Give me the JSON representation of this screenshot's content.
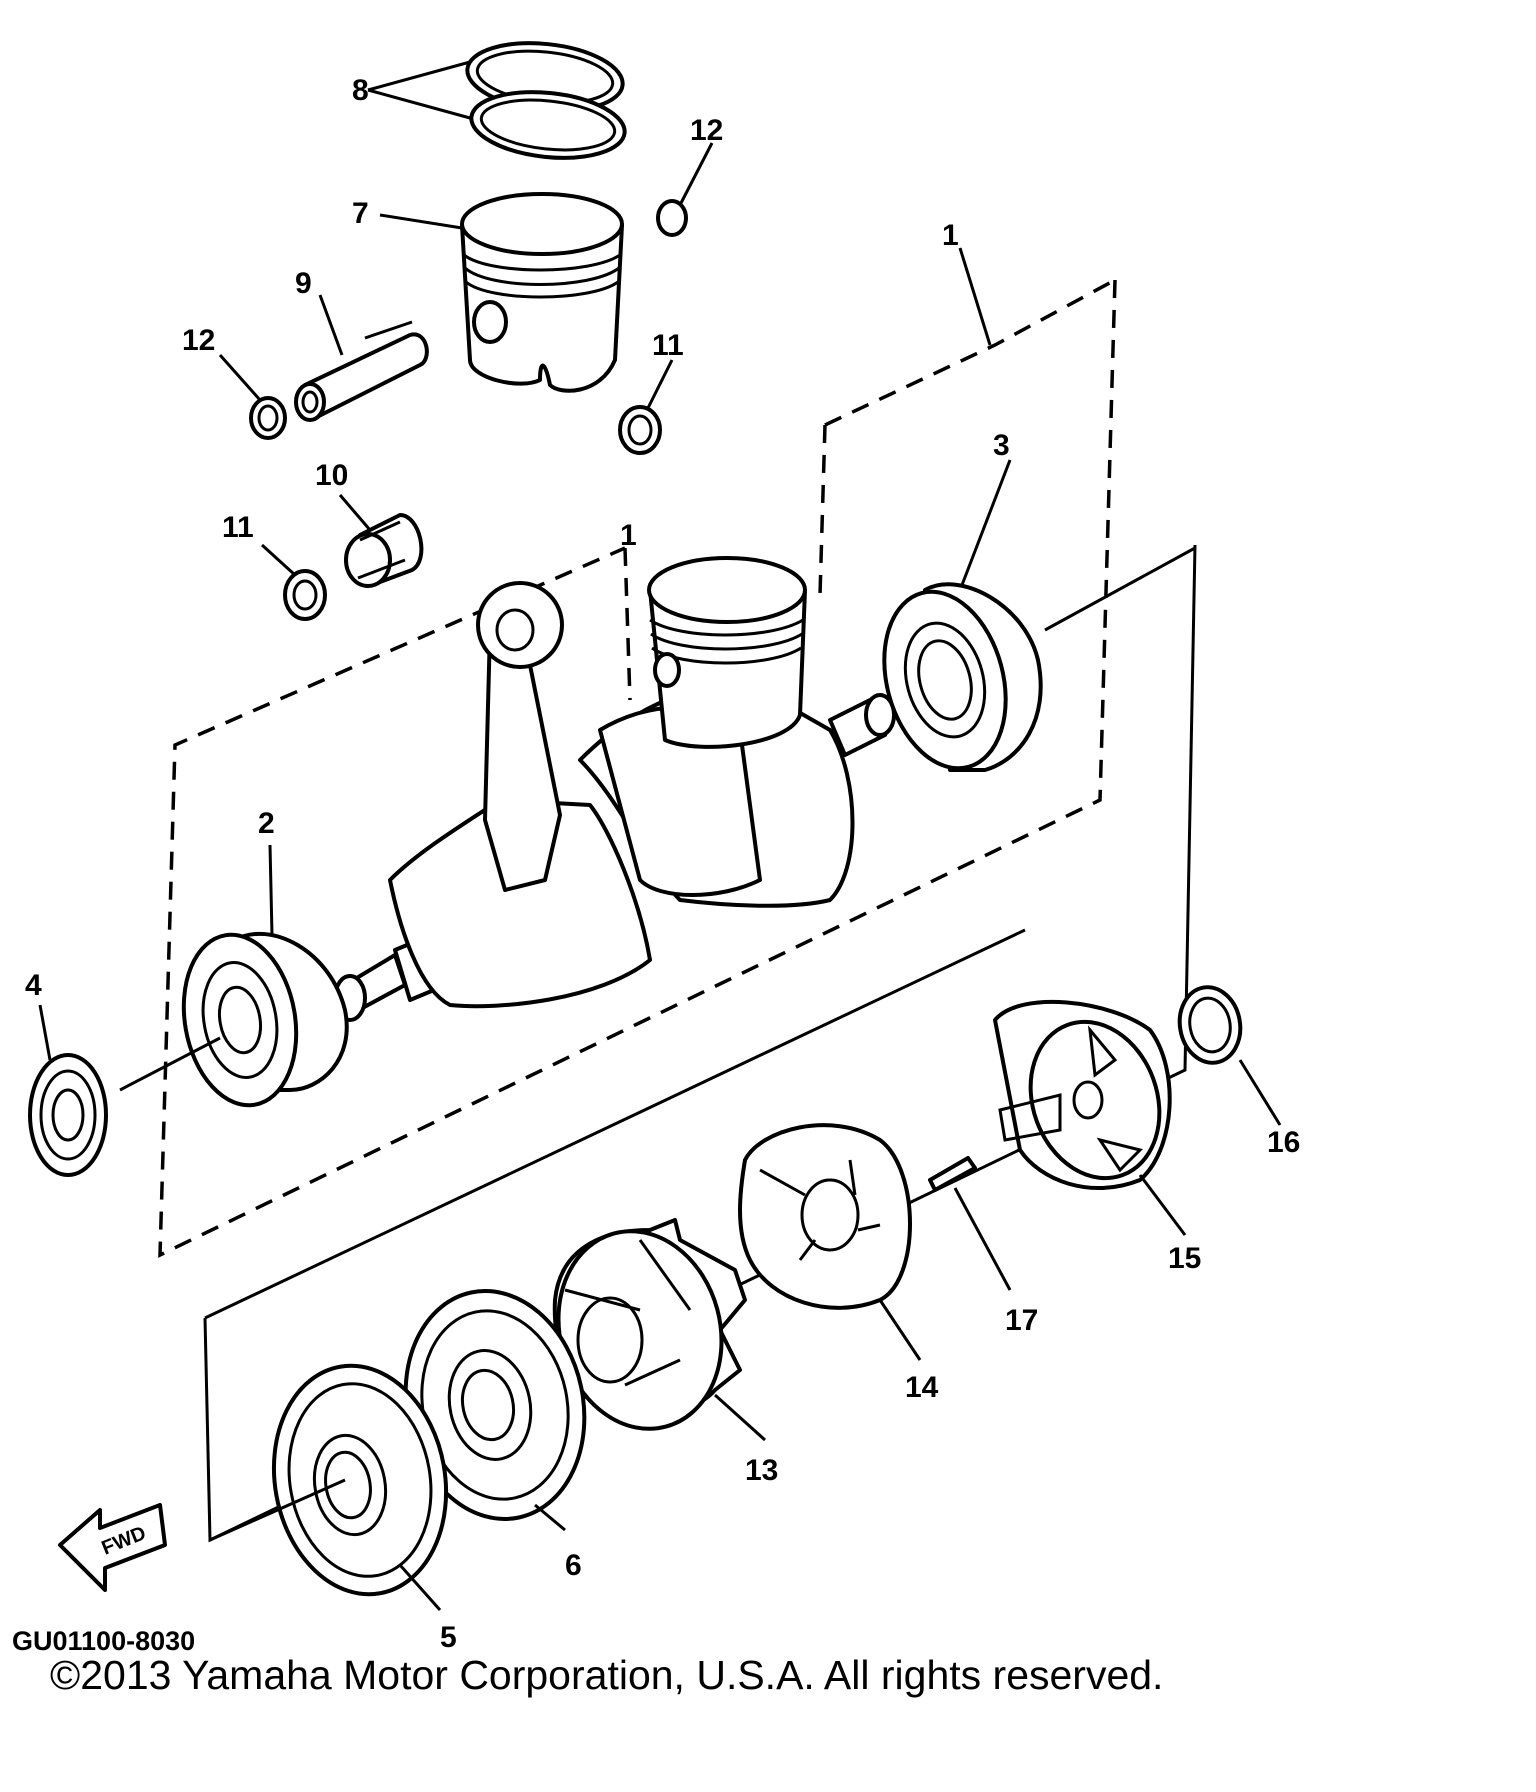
{
  "callouts": {
    "c1a": "1",
    "c1b": "1",
    "c2": "2",
    "c3": "3",
    "c4": "4",
    "c5": "5",
    "c6": "6",
    "c7": "7",
    "c8": "8",
    "c9": "9",
    "c10": "10",
    "c11a": "11",
    "c11b": "11",
    "c12a": "12",
    "c12b": "12",
    "c13": "13",
    "c14": "14",
    "c15": "15",
    "c16": "16",
    "c17": "17"
  },
  "fwd_arrow": {
    "label": "FWD"
  },
  "diagram_code": "GU01100-8030",
  "copyright": "©2013 Yamaha Motor Corporation, U.S.A. All rights reserved."
}
